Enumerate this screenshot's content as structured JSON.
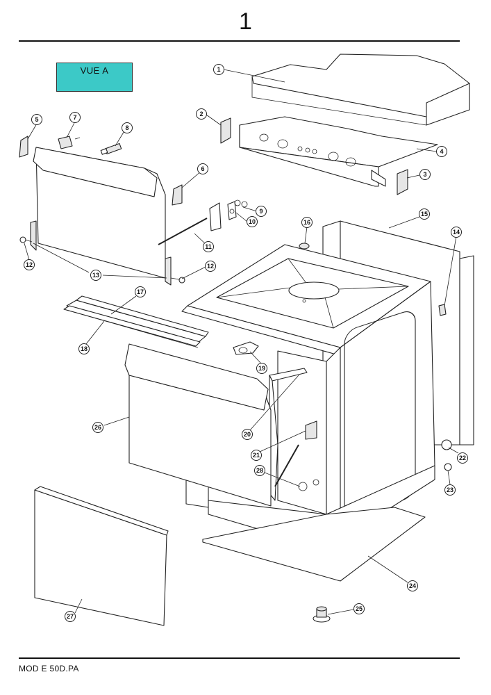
{
  "page": {
    "number": "1"
  },
  "view_label": "VUE A",
  "footer": {
    "model_ref": "MOD  E 50D.PA"
  },
  "callouts": [
    {
      "id": "c1",
      "label": "1"
    },
    {
      "id": "c2",
      "label": "2"
    },
    {
      "id": "c3",
      "label": "3"
    },
    {
      "id": "c4",
      "label": "4"
    },
    {
      "id": "c5",
      "label": "5"
    },
    {
      "id": "c6",
      "label": "6"
    },
    {
      "id": "c7",
      "label": "7"
    },
    {
      "id": "c8",
      "label": "8"
    },
    {
      "id": "c9",
      "label": "9"
    },
    {
      "id": "c10",
      "label": "10"
    },
    {
      "id": "c11",
      "label": "11"
    },
    {
      "id": "c12a",
      "label": "12"
    },
    {
      "id": "c12b",
      "label": "12"
    },
    {
      "id": "c13",
      "label": "13"
    },
    {
      "id": "c14",
      "label": "14"
    },
    {
      "id": "c15",
      "label": "15"
    },
    {
      "id": "c16",
      "label": "16"
    },
    {
      "id": "c17",
      "label": "17"
    },
    {
      "id": "c18",
      "label": "18"
    },
    {
      "id": "c19",
      "label": "19"
    },
    {
      "id": "c20",
      "label": "20"
    },
    {
      "id": "c21",
      "label": "21"
    },
    {
      "id": "c22",
      "label": "22"
    },
    {
      "id": "c23",
      "label": "23"
    },
    {
      "id": "c24",
      "label": "24"
    },
    {
      "id": "c25",
      "label": "25"
    },
    {
      "id": "c26",
      "label": "26"
    },
    {
      "id": "c27",
      "label": "27"
    },
    {
      "id": "c28",
      "label": "28"
    }
  ]
}
